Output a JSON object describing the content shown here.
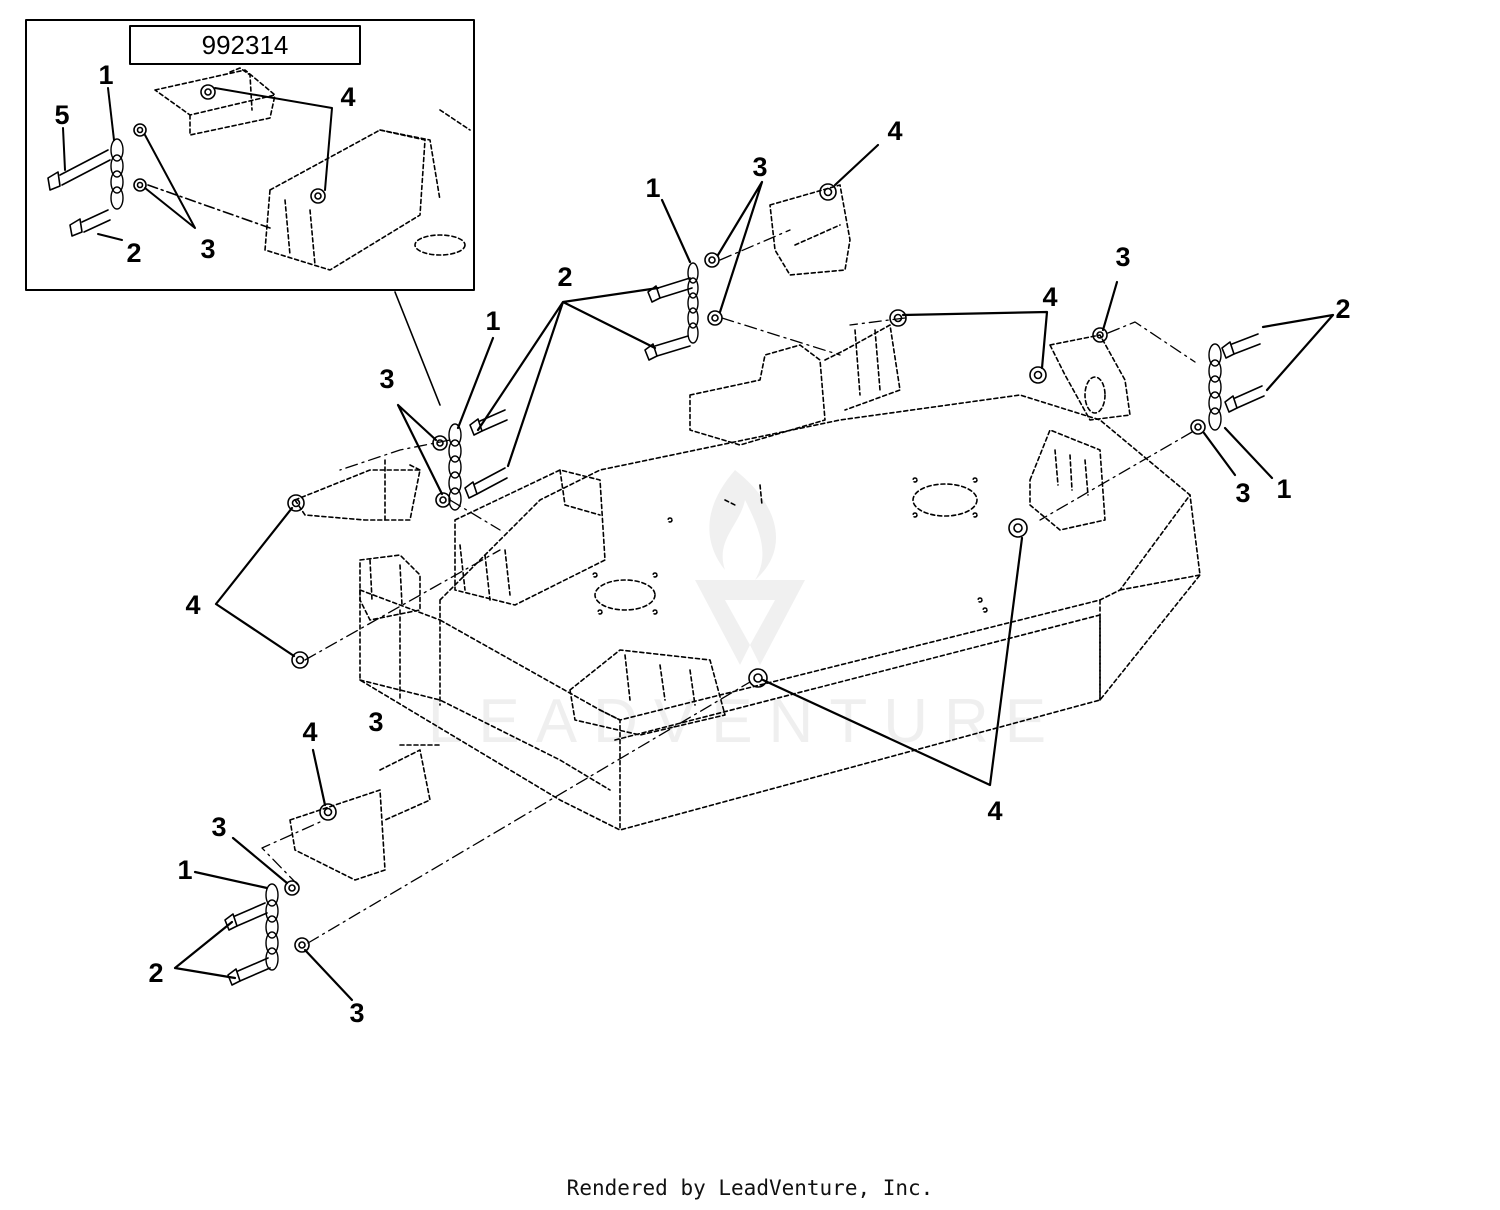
{
  "inset": {
    "part_number": "992314"
  },
  "callouts": {
    "inset_5": "5",
    "inset_1": "1",
    "inset_4": "4",
    "inset_2": "2",
    "inset_3": "3",
    "top_4": "4",
    "top_1": "1",
    "top_3": "3",
    "mid_2": "2",
    "mid_1": "1",
    "mid_3": "3",
    "right_4": "4",
    "right_3a": "3",
    "right_2": "2",
    "right_3b": "3",
    "right_1": "1",
    "left_4": "4",
    "deck_3": "3",
    "bl_4": "4",
    "bl_3a": "3",
    "bl_1": "1",
    "bl_2": "2",
    "bl_3b": "3",
    "bottom_4": "4"
  },
  "watermark": {
    "text": "LEADVENTURE"
  },
  "footer": {
    "text": "Rendered by LeadVenture, Inc."
  }
}
